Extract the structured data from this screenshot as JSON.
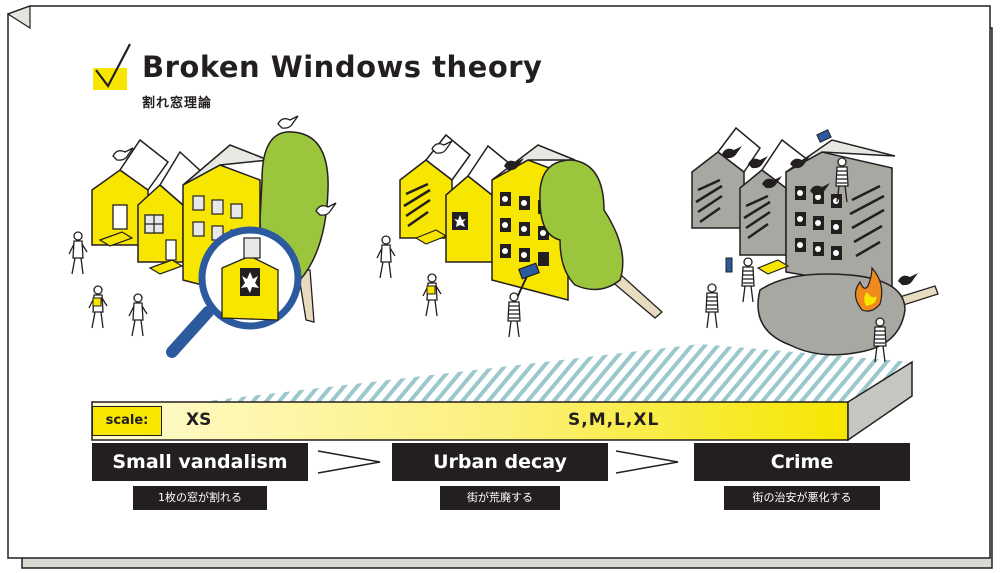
{
  "title": "Broken Windows theory",
  "subtitle": "割れ窓理論",
  "scale": {
    "label": "scale:",
    "start": "XS",
    "end": "S,M,L,XL"
  },
  "stages": [
    {
      "name": "Small vandalism",
      "description": "1枚の窓が割れる"
    },
    {
      "name": "Urban decay",
      "description": "街が荒廃する"
    },
    {
      "name": "Crime",
      "description": "街の治安が悪化する"
    }
  ],
  "colors": {
    "accent_yellow": "#f6e600",
    "ink": "#231f20",
    "tree_green": "#9bc53d",
    "gray": "#a8a8a3",
    "magnifier_blue": "#2d5a9e",
    "fire_orange": "#f08a1c",
    "stripe_teal": "#9cc8cc"
  },
  "icons": [
    "check-mark-icon",
    "magnifying-glass-icon",
    "bird-icon",
    "hammer-icon",
    "fire-icon",
    "spray-can-icon"
  ]
}
